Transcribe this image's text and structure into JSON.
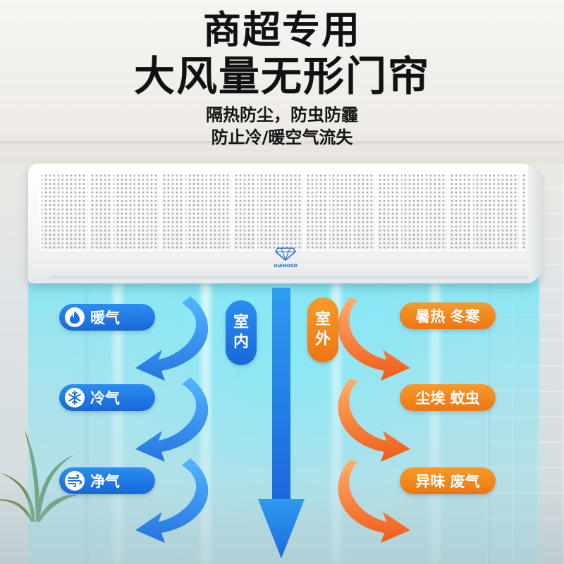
{
  "headline": {
    "line1": "商超专用",
    "line2": "大风量无形门帘"
  },
  "subtitle": {
    "line1": "隔热防尘，防虫防霾",
    "line2": "防止冷/暖空气流失"
  },
  "product": {
    "logo_text": "DIAMOND",
    "logo_icon": "diamond-icon"
  },
  "indoor": {
    "label_top": "室",
    "label_bottom": "内",
    "color": "#1d72dc",
    "features": [
      {
        "label": "暖气",
        "icon": "flame-icon"
      },
      {
        "label": "冷气",
        "icon": "snowflake-icon"
      },
      {
        "label": "净气",
        "icon": "wind-icon"
      }
    ]
  },
  "outdoor": {
    "label_top": "室",
    "label_bottom": "外",
    "color": "#f28a1e",
    "threats": [
      {
        "label": "暑热 冬寒"
      },
      {
        "label": "尘埃 蚊虫"
      },
      {
        "label": "异味 废气"
      }
    ]
  }
}
